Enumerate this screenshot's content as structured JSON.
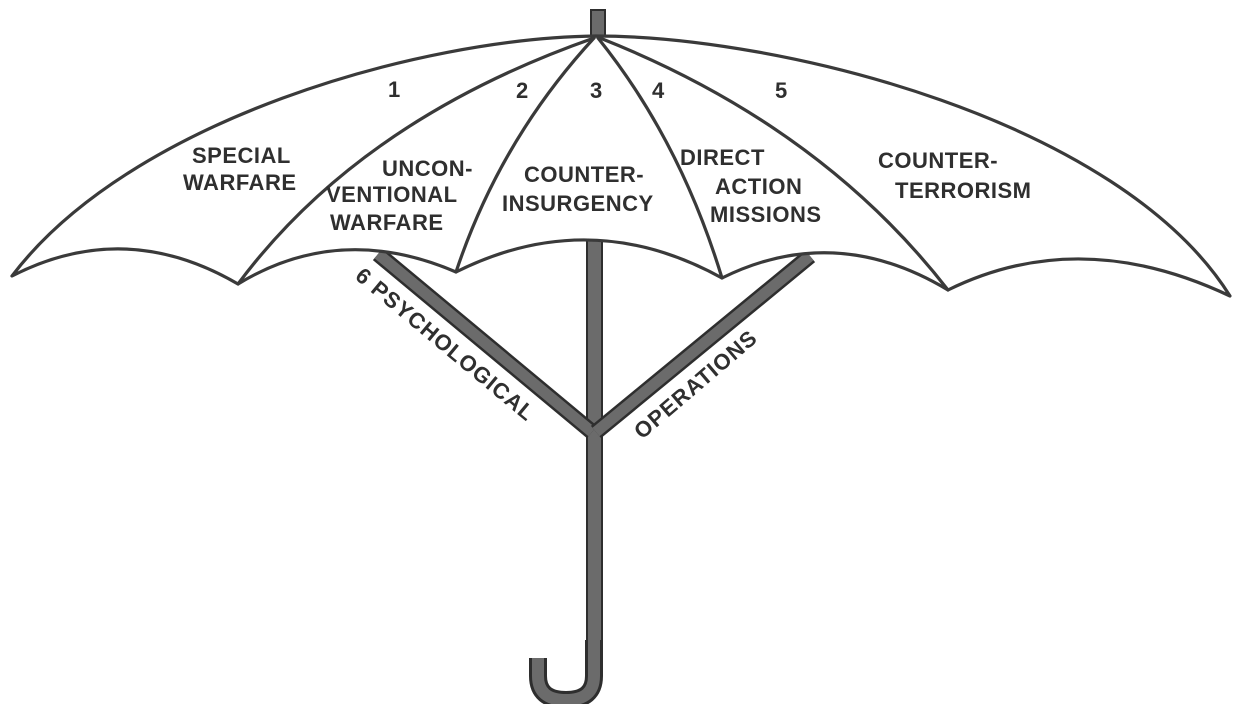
{
  "segments": [
    {
      "number": "1",
      "lines": [
        "SPECIAL",
        "WARFARE"
      ]
    },
    {
      "number": "2",
      "lines": [
        "UNCON-",
        "VENTIONAL",
        "WARFARE"
      ]
    },
    {
      "number": "3",
      "lines": [
        "COUNTER-",
        "INSURGENCY"
      ]
    },
    {
      "number": "4",
      "lines": [
        "DIRECT",
        "ACTION",
        "MISSIONS"
      ]
    },
    {
      "number": "5",
      "lines": [
        "COUNTER-",
        "TERRORISM"
      ]
    }
  ],
  "struts": {
    "left": "6 PSYCHOLOGICAL",
    "right": "OPERATIONS"
  }
}
